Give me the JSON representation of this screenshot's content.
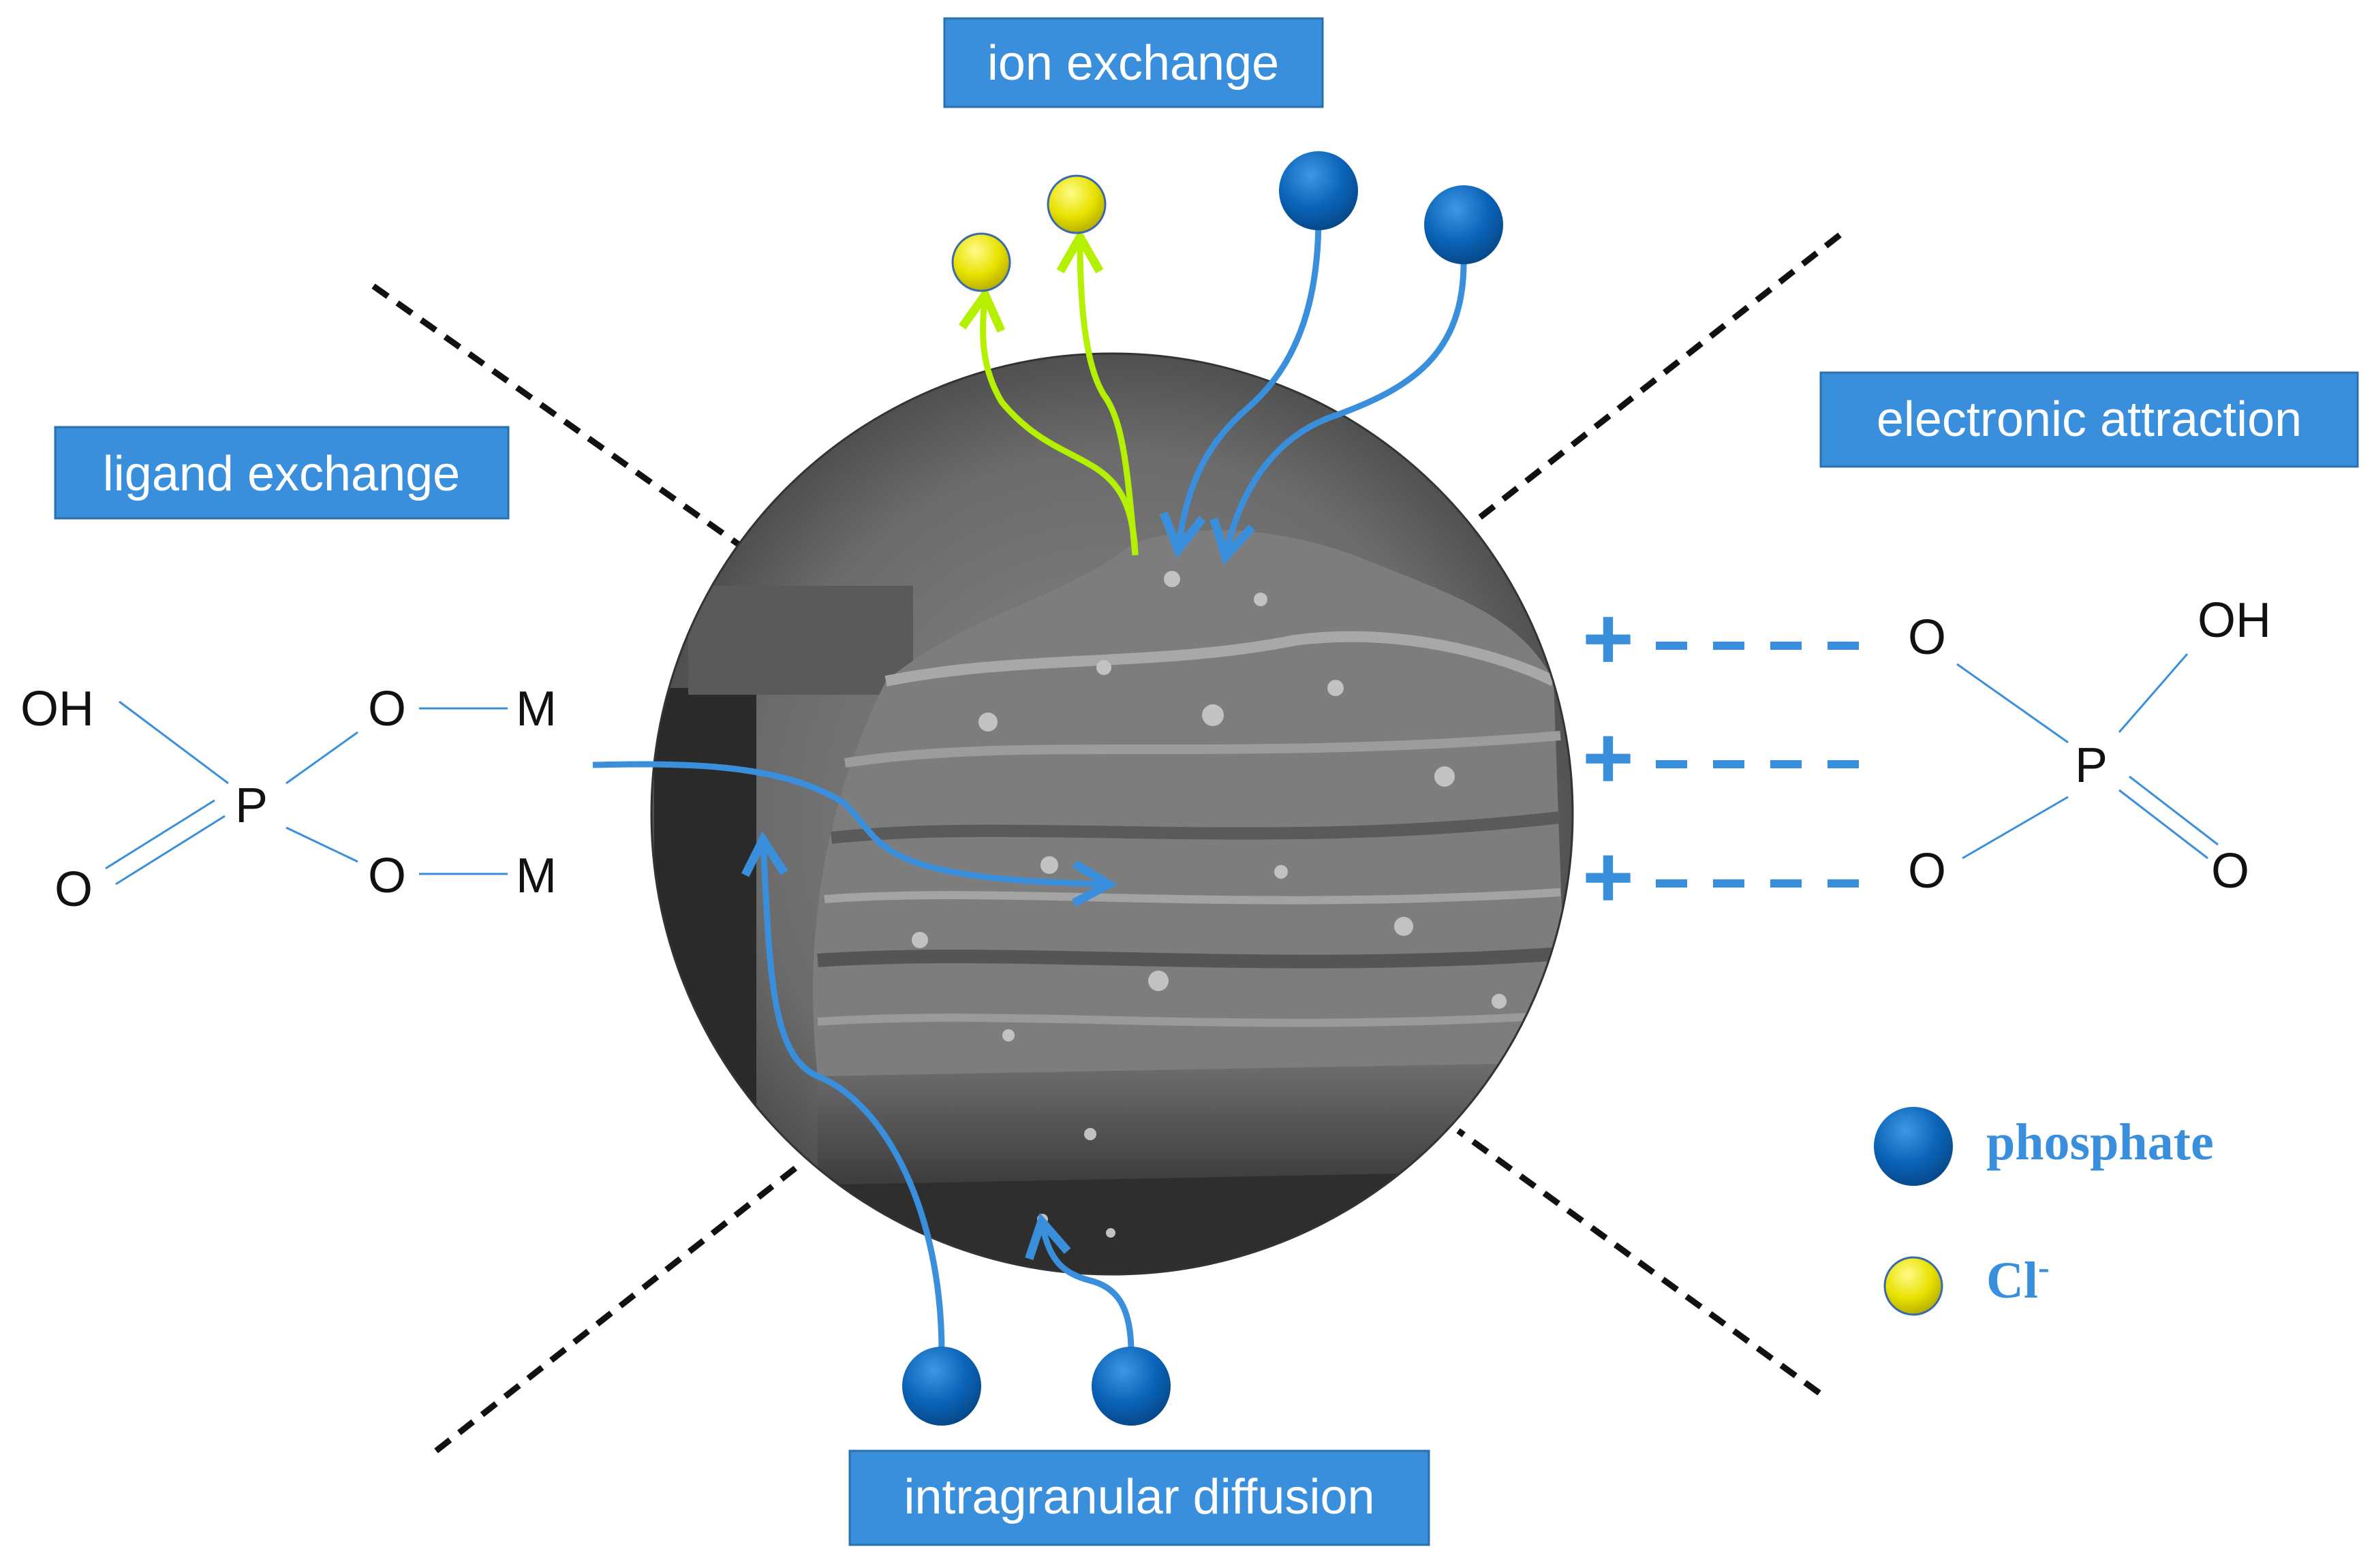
{
  "labels": {
    "ion_exchange": "ion exchange",
    "electronic_attraction": "electronic attraction",
    "ligand_exchange": "ligand exchange",
    "intragranular_diffusion": "intragranular diffusion"
  },
  "ligand_structure": {
    "oh": "OH",
    "p": "P",
    "o_double": "O",
    "o_upper": "O",
    "o_lower": "O",
    "m_upper": "M",
    "m_lower": "M"
  },
  "phosphate_structure": {
    "oh": "OH",
    "p": "P",
    "o_upper_left": "O",
    "o_lower_left": "O",
    "o_double": "O"
  },
  "charges": [
    "+",
    "+",
    "+"
  ],
  "legend": {
    "phosphate": "phosphate",
    "chloride": "Cl",
    "chloride_charge": "-"
  },
  "colors": {
    "box_fill": "#3a8fdd",
    "phosphate_ball": "#0b63b8",
    "chloride_ball": "#e8e200",
    "arrow_blue": "#3a8fdd",
    "arrow_green": "#b4f000",
    "bond_line": "#3a8fdd"
  }
}
